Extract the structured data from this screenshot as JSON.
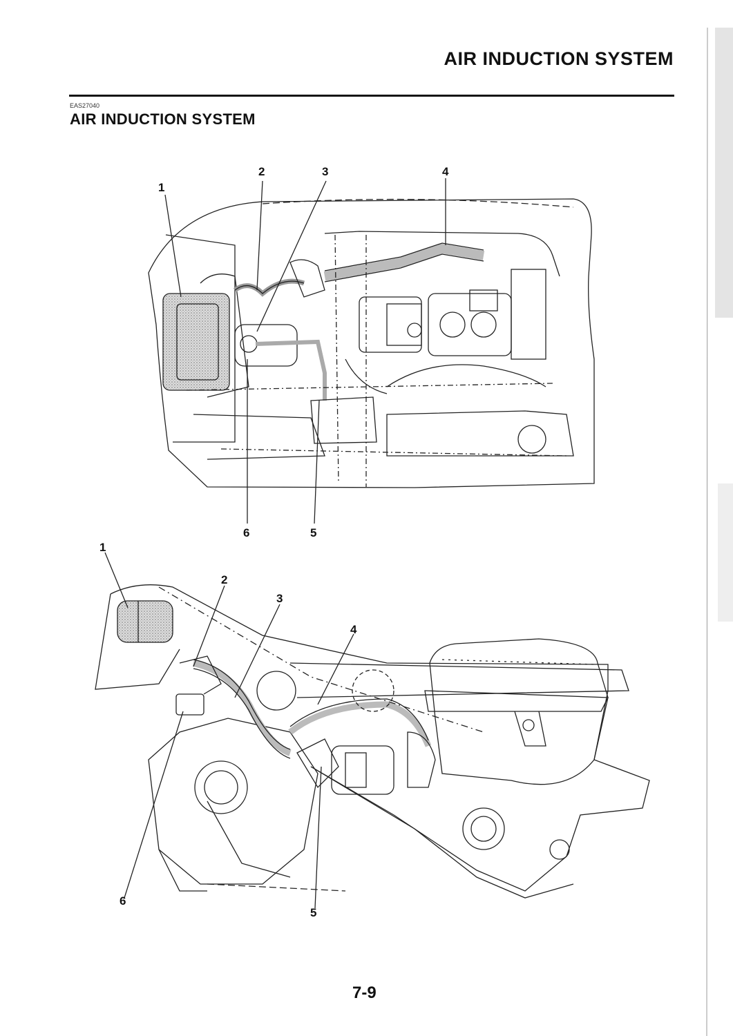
{
  "page_header": "AIR INDUCTION SYSTEM",
  "section_code": "EAS27040",
  "section_title": "AIR INDUCTION SYSTEM",
  "top_diagram": {
    "callouts": [
      "1",
      "2",
      "3",
      "4",
      "6",
      "5"
    ]
  },
  "bottom_diagram": {
    "callouts": [
      "1",
      "2",
      "3",
      "4",
      "6",
      "5"
    ]
  },
  "page_number": "7-9"
}
